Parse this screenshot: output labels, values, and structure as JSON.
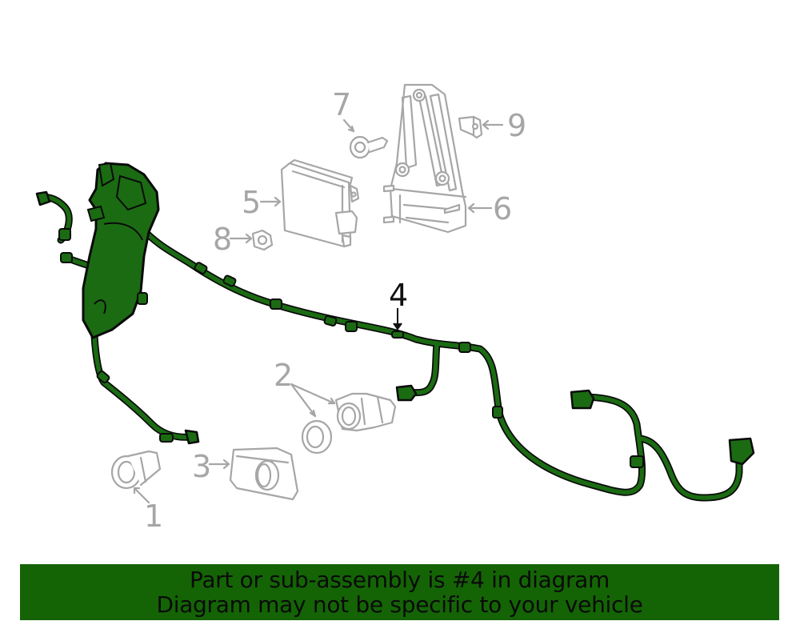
{
  "diagram": {
    "highlight_part": "4",
    "colors": {
      "highlight_fill": "#1b6b13",
      "highlight_outline": "#0a0a0a",
      "part_outline": "#a6a6a6",
      "banner_bg": "#146405",
      "banner_text": "#0a0a0a"
    },
    "callouts": [
      {
        "id": "1",
        "label": "1"
      },
      {
        "id": "2",
        "label": "2"
      },
      {
        "id": "3",
        "label": "3"
      },
      {
        "id": "4",
        "label": "4"
      },
      {
        "id": "5",
        "label": "5"
      },
      {
        "id": "6",
        "label": "6"
      },
      {
        "id": "7",
        "label": "7"
      },
      {
        "id": "8",
        "label": "8"
      },
      {
        "id": "9",
        "label": "9"
      }
    ]
  },
  "banner": {
    "line1": "Part or sub-assembly is #4 in diagram",
    "line2": "Diagram may not be specific to your vehicle"
  }
}
